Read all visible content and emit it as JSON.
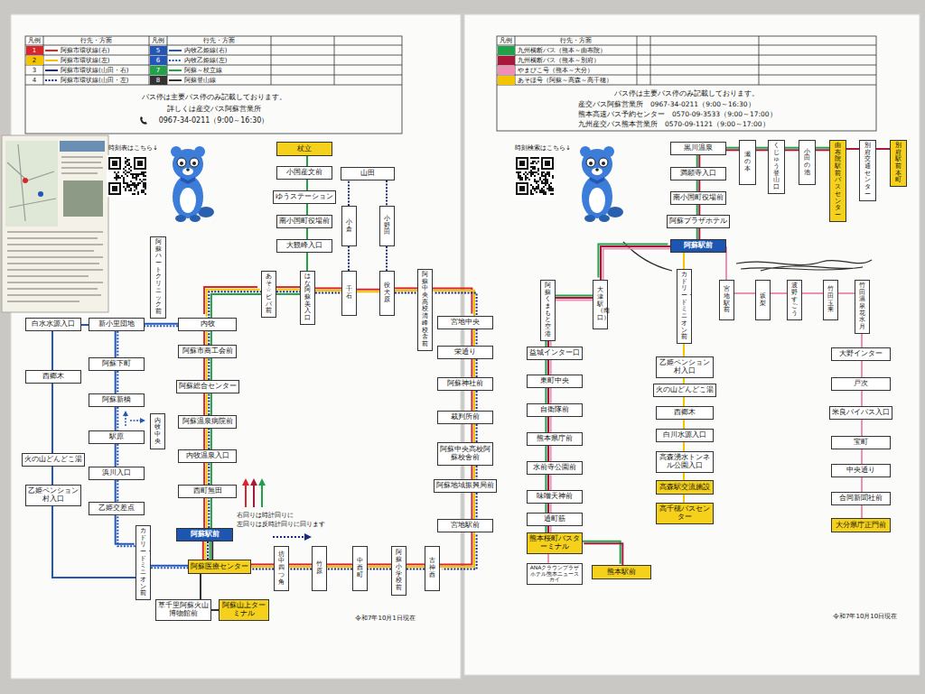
{
  "diagram": {
    "nodes": [
      {
        "text": [
          "杖立"
        ]
      },
      {
        "text": [
          "小国産文前"
        ]
      },
      {
        "text": [
          "ゆうステーション"
        ]
      },
      {
        "text": [
          "南小国町役場前"
        ]
      },
      {
        "text": [
          "大観峰入口"
        ]
      },
      {
        "text": [
          "山田"
        ]
      },
      {
        "text": [
          "小倉"
        ]
      },
      {
        "text": [
          "小野田"
        ]
      },
      {
        "text": [
          "阿蘇ハートクリニック前"
        ]
      },
      {
        "text": [
          "千石"
        ]
      },
      {
        "text": [
          "役犬原"
        ]
      },
      {
        "text": [
          "あそ☆ビバ前"
        ]
      },
      {
        "text": [
          "はな阿蘇美入口"
        ]
      },
      {
        "text": [
          "阿蘇中央高校清峰校舎前"
        ]
      },
      {
        "text": [
          "内牧"
        ]
      },
      {
        "text": [
          "新小里団地"
        ]
      },
      {
        "text": [
          "白水水源入口"
        ]
      },
      {
        "text": [
          "宮地中央"
        ]
      },
      {
        "text": [
          "栄通り"
        ]
      },
      {
        "text": [
          "阿蘇市商工会前"
        ]
      },
      {
        "text": [
          "阿蘇下町"
        ]
      },
      {
        "text": [
          "西郷木"
        ]
      },
      {
        "text": [
          "阿蘇総合センター"
        ]
      },
      {
        "text": [
          "阿蘇神社前"
        ]
      },
      {
        "text": [
          "阿蘇新橋"
        ]
      },
      {
        "text": [
          "裁判所前"
        ]
      },
      {
        "text": [
          "内牧中央"
        ]
      },
      {
        "text": [
          "阿蘇温泉病院前"
        ]
      },
      {
        "text": [
          "駅原"
        ]
      },
      {
        "text": [
          "阿蘇中央高校阿蘇校舎前"
        ]
      },
      {
        "text": [
          "火の山どんどこ湯"
        ]
      },
      {
        "text": [
          "内牧温泉入口"
        ]
      },
      {
        "text": [
          "浜川入口"
        ]
      },
      {
        "text": [
          "阿蘇地域振興局前"
        ]
      },
      {
        "text": [
          "乙姫ペンション村入口"
        ]
      },
      {
        "text": [
          "西町無田"
        ]
      },
      {
        "text": [
          "乙姫交差点"
        ]
      },
      {
        "text": [
          "宮地駅前"
        ]
      },
      {
        "text": [
          "阿蘇駅前"
        ]
      },
      {
        "text": [
          "カドリー・ドミニオン前"
        ]
      },
      {
        "text": [
          "阿蘇医療センター"
        ]
      },
      {
        "text": [
          "坊中四つ角"
        ]
      },
      {
        "text": [
          "竹原"
        ]
      },
      {
        "text": [
          "中西町"
        ]
      },
      {
        "text": [
          "阿蘇小学校前"
        ]
      },
      {
        "text": [
          "古神西"
        ]
      },
      {
        "text": [
          "草千里阿蘇火山博物館前"
        ]
      },
      {
        "text": [
          "阿蘇山上ターミナル"
        ]
      },
      {
        "text": [
          "黒川温泉"
        ]
      },
      {
        "text": [
          "瀬の本"
        ]
      },
      {
        "text": [
          "くじゅう登山口"
        ]
      },
      {
        "text": [
          "小田の池"
        ]
      },
      {
        "text": [
          "由布院駅前バスセンター"
        ]
      },
      {
        "text": [
          "別府交通センター"
        ]
      },
      {
        "text": [
          "別府駅前本町"
        ]
      },
      {
        "text": [
          "満願寺入口"
        ]
      },
      {
        "text": [
          "南小国町役場前"
        ]
      },
      {
        "text": [
          "阿蘇プラザホテル"
        ]
      },
      {
        "text": [
          "阿蘇駅前"
        ]
      },
      {
        "text": [
          "阿蘇くまもと空港"
        ]
      },
      {
        "text": [
          "大津駅（南口）"
        ]
      },
      {
        "text": [
          "カドリー・ドミニオン前"
        ]
      },
      {
        "text": [
          "宮地駅前"
        ]
      },
      {
        "text": [
          "坂梨"
        ]
      },
      {
        "text": [
          "波野すごう"
        ]
      },
      {
        "text": [
          "竹田玉来"
        ]
      },
      {
        "text": [
          "竹田温泉花水月"
        ]
      },
      {
        "text": [
          "乙姫ペンション村入口"
        ]
      },
      {
        "text": [
          "火の山どんどこ湯"
        ]
      },
      {
        "text": [
          "益城インター口"
        ]
      },
      {
        "text": [
          "大野インター"
        ]
      },
      {
        "text": [
          "東町中央"
        ]
      },
      {
        "text": [
          "戸次"
        ]
      },
      {
        "text": [
          "西郷木"
        ]
      },
      {
        "text": [
          "自衛隊前"
        ]
      },
      {
        "text": [
          "米良バイパス入口"
        ]
      },
      {
        "text": [
          "白川水源入口"
        ]
      },
      {
        "text": [
          "熊本県庁前"
        ]
      },
      {
        "text": [
          "宝町"
        ]
      },
      {
        "text": [
          "高森湧水トンネル公園入口"
        ]
      },
      {
        "text": [
          "水前寺公園前"
        ]
      },
      {
        "text": [
          "中央通り"
        ]
      },
      {
        "text": [
          "高森駅交流施設"
        ]
      },
      {
        "text": [
          "味噌天神前"
        ]
      },
      {
        "text": [
          "合同新聞社前"
        ]
      },
      {
        "text": [
          "高千穂バスセンター"
        ]
      },
      {
        "text": [
          "通町筋"
        ]
      },
      {
        "text": [
          "大分県庁正門前"
        ]
      },
      {
        "text": [
          "熊本桜町バスターミナル"
        ]
      },
      {
        "text": [
          "ANAクラウンプラザホテル熊本ニュースカイ"
        ]
      },
      {
        "text": [
          "熊本駅前"
        ]
      }
    ],
    "edges": [
      {
        "from": 14,
        "to": 11,
        "arrow": "none"
      },
      {
        "from": 11,
        "to": 12,
        "arrow": "none"
      },
      {
        "from": 12,
        "to": 9,
        "arrow": "none"
      },
      {
        "from": 9,
        "to": 10,
        "arrow": "none"
      },
      {
        "from": 9,
        "to": 6,
        "arrow": "none"
      },
      {
        "from": 6,
        "to": 5,
        "arrow": "none"
      },
      {
        "from": 5,
        "to": 7,
        "arrow": "none"
      },
      {
        "from": 7,
        "to": 10,
        "arrow": "none"
      },
      {
        "from": 10,
        "to": 13,
        "arrow": "none"
      },
      {
        "from": 13,
        "to": 17,
        "arrow": "none"
      },
      {
        "from": 17,
        "to": 18,
        "arrow": "none"
      },
      {
        "from": 18,
        "to": 23,
        "arrow": "none"
      },
      {
        "from": 23,
        "to": 25,
        "arrow": "none"
      },
      {
        "from": 25,
        "to": 29,
        "arrow": "none"
      },
      {
        "from": 29,
        "to": 33,
        "arrow": "none"
      },
      {
        "from": 33,
        "to": 37,
        "arrow": "none"
      },
      {
        "from": 37,
        "to": 45,
        "arrow": "none"
      },
      {
        "from": 45,
        "to": 44,
        "arrow": "none"
      },
      {
        "from": 44,
        "to": 43,
        "arrow": "none"
      },
      {
        "from": 43,
        "to": 42,
        "arrow": "none"
      },
      {
        "from": 42,
        "to": 41,
        "arrow": "none"
      },
      {
        "from": 41,
        "to": 40,
        "arrow": "none"
      },
      {
        "from": 40,
        "to": 38,
        "arrow": "none"
      },
      {
        "from": 38,
        "to": 35,
        "arrow": "none"
      },
      {
        "from": 35,
        "to": 31,
        "arrow": "none"
      },
      {
        "from": 31,
        "to": 27,
        "arrow": "none"
      },
      {
        "from": 27,
        "to": 22,
        "arrow": "none"
      },
      {
        "from": 22,
        "to": 19,
        "arrow": "none"
      },
      {
        "from": 19,
        "to": 14,
        "arrow": "none"
      },
      {
        "from": 12,
        "to": 4,
        "arrow": "none"
      },
      {
        "from": 4,
        "to": 3,
        "arrow": "none"
      },
      {
        "from": 3,
        "to": 2,
        "arrow": "none"
      },
      {
        "from": 2,
        "to": 1,
        "arrow": "none"
      },
      {
        "from": 1,
        "to": 0,
        "arrow": "none"
      },
      {
        "from": 14,
        "to": 15,
        "arrow": "none"
      },
      {
        "from": 15,
        "to": 16,
        "arrow": "none"
      },
      {
        "from": 15,
        "to": 20,
        "arrow": "none"
      },
      {
        "from": 20,
        "to": 24,
        "arrow": "none"
      },
      {
        "from": 24,
        "to": 28,
        "arrow": "none"
      },
      {
        "from": 28,
        "to": 32,
        "arrow": "none"
      },
      {
        "from": 32,
        "to": 36,
        "arrow": "none"
      },
      {
        "from": 36,
        "to": 39,
        "arrow": "none"
      },
      {
        "from": 16,
        "to": 21,
        "arrow": "none"
      },
      {
        "from": 21,
        "to": 30,
        "arrow": "none"
      },
      {
        "from": 30,
        "to": 34,
        "arrow": "none"
      },
      {
        "from": 34,
        "to": 39,
        "arrow": "none"
      },
      {
        "from": 39,
        "to": 40,
        "arrow": "none"
      },
      {
        "from": 40,
        "to": 46,
        "arrow": "none"
      },
      {
        "from": 46,
        "to": 47,
        "arrow": "none"
      },
      {
        "from": 58,
        "to": 57,
        "arrow": "none"
      },
      {
        "from": 57,
        "to": 56,
        "arrow": "none"
      },
      {
        "from": 56,
        "to": 55,
        "arrow": "none"
      },
      {
        "from": 55,
        "to": 48,
        "arrow": "none"
      },
      {
        "from": 48,
        "to": 49,
        "arrow": "none"
      },
      {
        "from": 49,
        "to": 50,
        "arrow": "none"
      },
      {
        "from": 50,
        "to": 51,
        "arrow": "none"
      },
      {
        "from": 51,
        "to": 52,
        "arrow": "none"
      },
      {
        "from": 52,
        "to": 53,
        "arrow": "none"
      },
      {
        "from": 53,
        "to": 54,
        "arrow": "none"
      },
      {
        "from": 58,
        "to": 61,
        "arrow": "none"
      },
      {
        "from": 61,
        "to": 67,
        "arrow": "none"
      },
      {
        "from": 67,
        "to": 68,
        "arrow": "none"
      },
      {
        "from": 68,
        "to": 73,
        "arrow": "none"
      },
      {
        "from": 73,
        "to": 76,
        "arrow": "none"
      },
      {
        "from": 76,
        "to": 79,
        "arrow": "none"
      },
      {
        "from": 79,
        "to": 82,
        "arrow": "none"
      },
      {
        "from": 82,
        "to": 85,
        "arrow": "none"
      },
      {
        "from": 58,
        "to": 62,
        "arrow": "none"
      },
      {
        "from": 62,
        "to": 63,
        "arrow": "none"
      },
      {
        "from": 63,
        "to": 64,
        "arrow": "none"
      },
      {
        "from": 64,
        "to": 65,
        "arrow": "none"
      },
      {
        "from": 65,
        "to": 66,
        "arrow": "none"
      },
      {
        "from": 66,
        "to": 70,
        "arrow": "none"
      },
      {
        "from": 70,
        "to": 72,
        "arrow": "none"
      },
      {
        "from": 72,
        "to": 75,
        "arrow": "none"
      },
      {
        "from": 75,
        "to": 78,
        "arrow": "none"
      },
      {
        "from": 78,
        "to": 81,
        "arrow": "none"
      },
      {
        "from": 81,
        "to": 84,
        "arrow": "none"
      },
      {
        "from": 84,
        "to": 87,
        "arrow": "none"
      },
      {
        "from": 58,
        "to": 60,
        "arrow": "none"
      },
      {
        "from": 60,
        "to": 59,
        "arrow": "none"
      },
      {
        "from": 59,
        "to": 69,
        "arrow": "none"
      },
      {
        "from": 69,
        "to": 71,
        "arrow": "none"
      },
      {
        "from": 71,
        "to": 74,
        "arrow": "none"
      },
      {
        "from": 74,
        "to": 77,
        "arrow": "none"
      },
      {
        "from": 77,
        "to": 80,
        "arrow": "none"
      },
      {
        "from": 80,
        "to": 83,
        "arrow": "none"
      },
      {
        "from": 83,
        "to": 86,
        "arrow": "none"
      },
      {
        "from": 86,
        "to": 88,
        "arrow": "none"
      },
      {
        "from": 88,
        "to": 89,
        "arrow": "none"
      },
      {
        "from": 88,
        "to": 90,
        "arrow": "none"
      }
    ],
    "labels": [
      "凡例",
      "行先・方面",
      "凡例",
      "行先・方面",
      "1",
      "2",
      "3",
      "4",
      "5",
      "6",
      "7",
      "8",
      "バス停は主要バス停のみ記載しております。",
      "詳しくは産交バス阿蘇営業所",
      "0967-34-0211（9:00～16:30）",
      "時刻表はこちら↓",
      "右回りは時計回りに",
      "左回りは反時計回りに回ります",
      "令和7年10月1日現在",
      "凡例",
      "行先・方面",
      "バス停は主要バス停のみ記載しております。",
      "産交バス阿蘇営業所　0967-34-0211（9:00～16:30）",
      "熊本高速バス予約センター　0570-09-3533（9:00～17:00）",
      "九州産交バス熊本営業所　0570-09-1121（9:00～17:00）",
      "時刻検索はこちら↓",
      "令和7年10月10日現在"
    ],
    "legend": [
      {
        "text": "阿蘇市環状線(右)",
        "color": "#d9262b"
      },
      {
        "text": "阿蘇市環状線(左)",
        "color": "#f2c500"
      },
      {
        "text": "阿蘇市環状線(山田・右)"
      },
      {
        "text": "阿蘇市環状線(山田・左)"
      },
      {
        "text": "内牧乙姫線(右)",
        "color": "#2456b8"
      },
      {
        "text": "内牧乙姫線(左)",
        "color": "#2456b8"
      },
      {
        "text": "阿蘇～杖立線",
        "color": "#22a04a"
      },
      {
        "text": "阿蘇登山線",
        "color": "#333333"
      },
      {
        "text": "九州横断バス（熊本～由布院）",
        "color": "#22a04a"
      },
      {
        "text": "九州横断バス（熊本～別府）",
        "color": "#a8183a"
      },
      {
        "text": "やまびこ号（熊本～大分）",
        "color": "#ef8fb6"
      },
      {
        "text": "あそほ号（阿蘇～高森～高千穂）",
        "color": "#f2c500"
      }
    ]
  }
}
